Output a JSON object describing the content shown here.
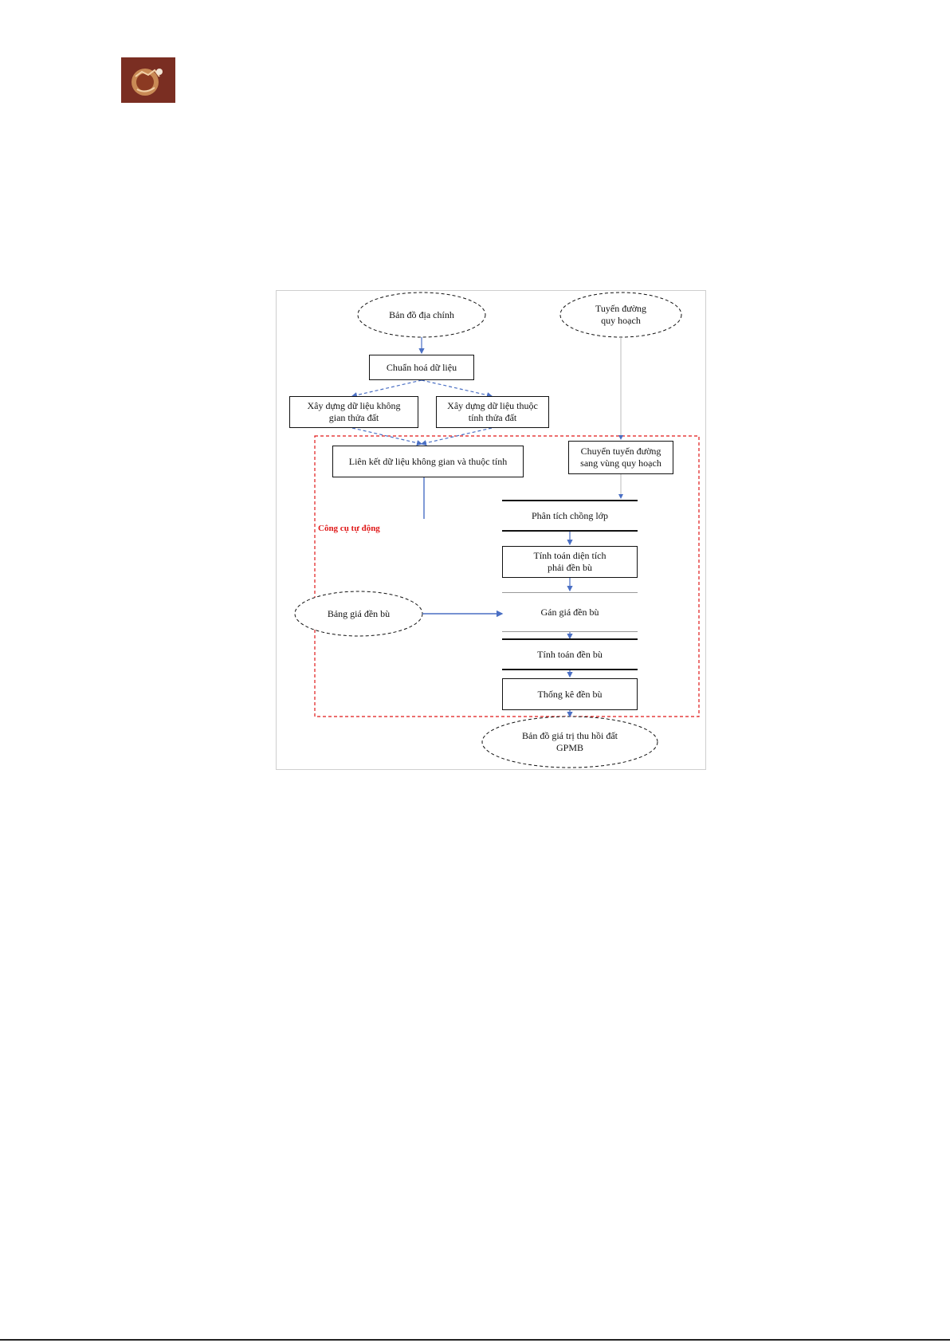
{
  "nodes": {
    "ban_do_dia_chinh": "Bản đồ địa chính",
    "tuyen_duong_quy_hoach": "Tuyến đường\nquy hoạch",
    "chuan_hoa_du_lieu": "Chuẩn hoá dữ liệu",
    "xay_dung_khong_gian": "Xây dựng dữ liệu không\ngian thửa đất",
    "xay_dung_thuoc_tinh": "Xây dựng dữ liệu thuộc\ntính thửa đất",
    "lien_ket": "Liên kết dữ liệu không gian và thuộc tính",
    "chuyen_tuyen_duong": "Chuyển tuyến đường\nsang vùng quy hoạch",
    "phan_tich_chong_lop": "Phân tích chồng lớp",
    "tinh_toan_dien_tich": "Tính toán diện tích\nphải đền bù",
    "bang_gia_den_bu": "Bảng giá đền bù",
    "gan_gia_den_bu": "Gán giá đền bù",
    "tinh_toan_den_bu": "Tính toán đền bù",
    "thong_ke_den_bu": "Thống kê đền bù",
    "ban_do_gia_tri": "Bản đồ giá trị thu hồi đất\nGPMB"
  },
  "group_label": "Công cụ tự động",
  "colors": {
    "arrow": "#4a6fc4",
    "group_border": "#e01818",
    "logo_bg": "#7a2e22",
    "text": "#111111"
  }
}
